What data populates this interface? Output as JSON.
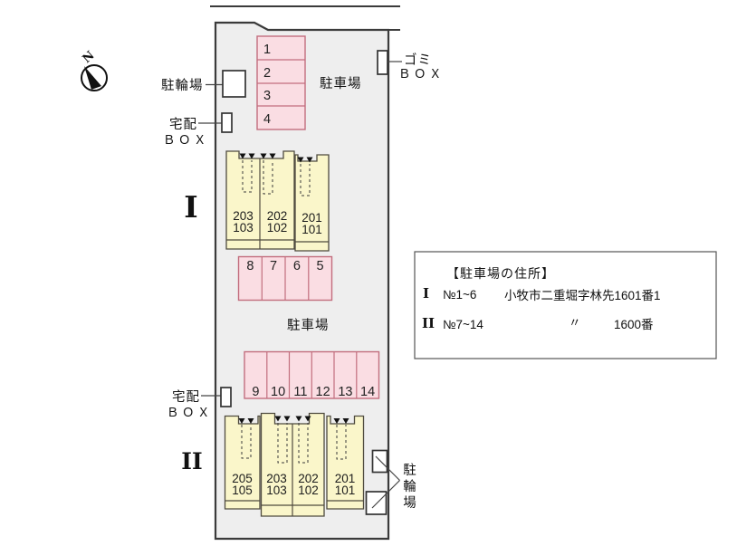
{
  "compass": {
    "north_label": "N"
  },
  "colors": {
    "site_fill": "#eeeeee",
    "site_border": "#3b3b3b",
    "parking_fill": "#fadde3",
    "parking_border": "#c26e7e",
    "building_fill": "#faf6ca",
    "white_box": "#ffffff"
  },
  "labels": {
    "parking_top": "駐車場",
    "parking_mid": "駐車場",
    "bike_parking_top": "駐輪場",
    "delivery_top": {
      "line1": "宅配",
      "line2": "ＢＯＸ"
    },
    "delivery_bottom": {
      "line1": "宅配",
      "line2": "ＢＯＸ"
    },
    "trash": {
      "line1": "ゴミ",
      "line2": "ＢＯＸ"
    },
    "bike_parking_bottom": {
      "char1": "駐",
      "char2": "輪",
      "char3": "場"
    }
  },
  "parking": {
    "row_top": [
      "1",
      "2",
      "3",
      "4"
    ],
    "row_mid": [
      "8",
      "7",
      "6",
      "5"
    ],
    "row_bottom": [
      "9",
      "10",
      "11",
      "12",
      "13",
      "14"
    ]
  },
  "buildings": {
    "b1": {
      "numeral": "I",
      "units": [
        {
          "upper": "203",
          "lower": "103"
        },
        {
          "upper": "202",
          "lower": "102"
        },
        {
          "upper": "201",
          "lower": "101"
        }
      ]
    },
    "b2": {
      "numeral": "II",
      "units": [
        {
          "upper": "205",
          "lower": "105"
        },
        {
          "upper": "203",
          "lower": "103"
        },
        {
          "upper": "202",
          "lower": "102"
        },
        {
          "upper": "201",
          "lower": "101"
        }
      ]
    }
  },
  "info_box": {
    "title": "【駐車場の住所】",
    "row1": {
      "numeral": "I",
      "range": "№1~6",
      "address": "小牧市二重堀字林先1601番1"
    },
    "row2": {
      "numeral": "II",
      "range": "№7~14",
      "ditto": "〃",
      "address": "1600番"
    }
  }
}
